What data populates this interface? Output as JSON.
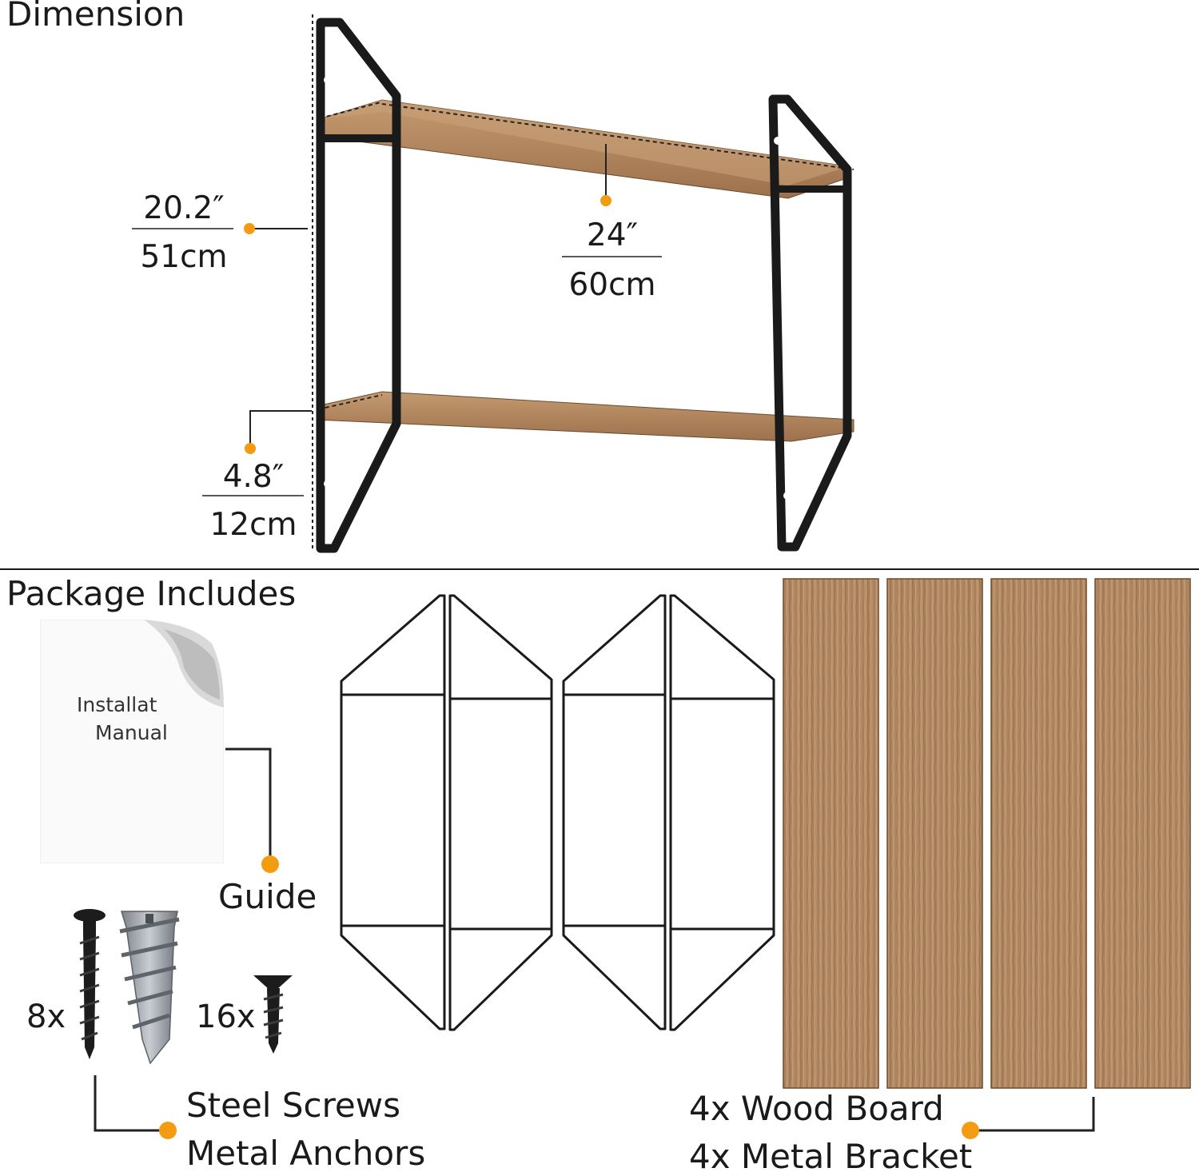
{
  "sections": {
    "dimension_title": "Dimension",
    "package_title": "Package Includes"
  },
  "dimensions": {
    "height_in": "20.2″",
    "height_cm": "51cm",
    "width_in": "24″",
    "width_cm": "60cm",
    "depth_in": "4.8″",
    "depth_cm": "12cm"
  },
  "package": {
    "manual_line1": "Installat",
    "manual_line2": "Manual",
    "guide_label": "Guide",
    "screws_count": "8x",
    "anchors_count": "16x",
    "screws_label": "Steel Screws",
    "anchors_label": "Metal Anchors",
    "wood_label": "4x Wood Board",
    "bracket_label": "4x Metal Bracket"
  },
  "colors": {
    "accent_dot": "#f39c12",
    "wood": "#b48a62",
    "wood_dark": "#8a6442",
    "metal": "#1c1c1c"
  }
}
